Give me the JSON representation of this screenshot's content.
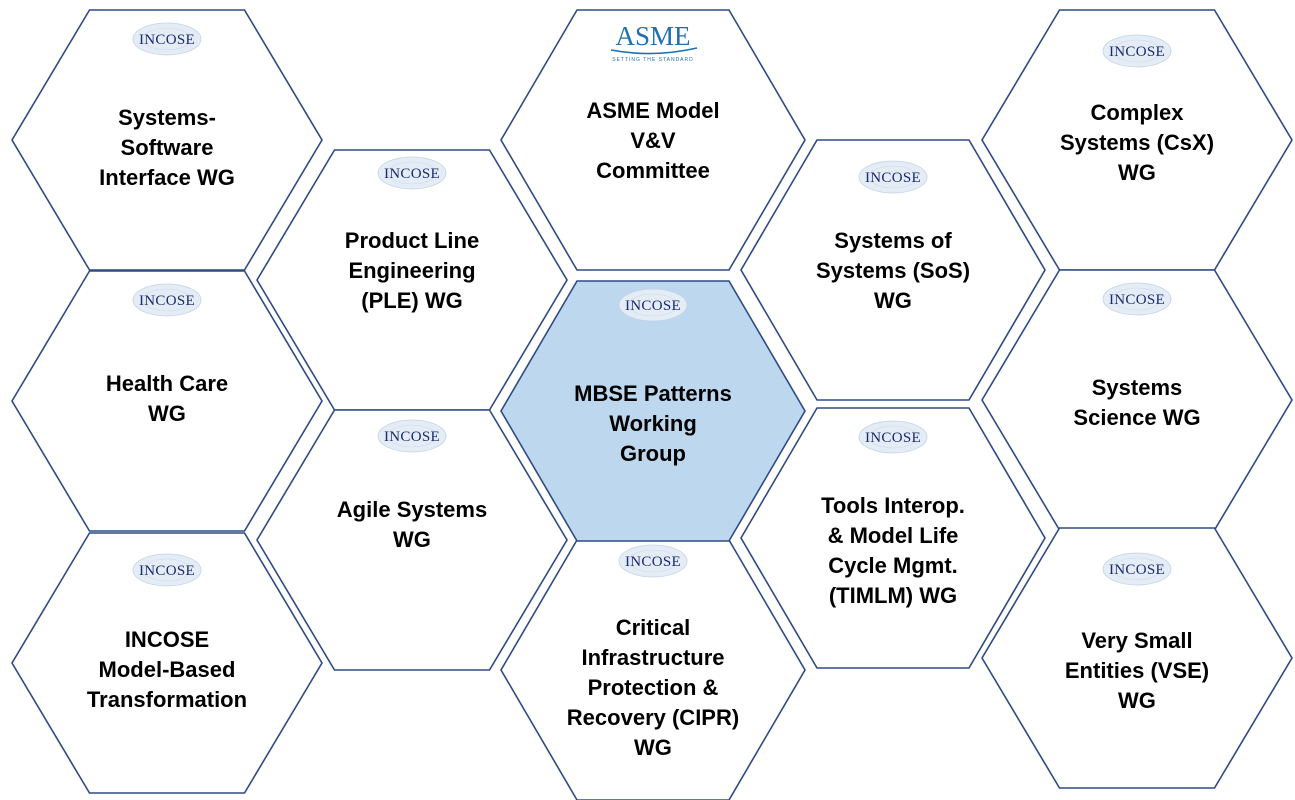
{
  "diagram": {
    "center": {
      "label_lines": [
        "MBSE Patterns",
        "Working",
        "Group"
      ],
      "logo": "incose-logo",
      "logo_text": "INCOSE",
      "fill": "#bdd7ee"
    },
    "hex_fill": "#ffffff",
    "hex_stroke": "#2e4a84",
    "groups": [
      {
        "id": "systems-software",
        "label_lines": [
          "Systems-",
          "Software",
          "Interface WG"
        ],
        "logo": "incose-logo",
        "logo_text": "INCOSE"
      },
      {
        "id": "health-care",
        "label_lines": [
          "Health Care",
          "WG"
        ],
        "logo": "incose-logo",
        "logo_text": "INCOSE"
      },
      {
        "id": "incose-mbt",
        "label_lines": [
          "INCOSE",
          "Model-Based",
          "Transformation"
        ],
        "logo": "incose-logo",
        "logo_text": "INCOSE"
      },
      {
        "id": "ple",
        "label_lines": [
          "Product  Line",
          "Engineering",
          "(PLE) WG"
        ],
        "logo": "incose-logo",
        "logo_text": "INCOSE"
      },
      {
        "id": "agile",
        "label_lines": [
          "Agile Systems",
          "WG"
        ],
        "logo": "incose-logo",
        "logo_text": "INCOSE"
      },
      {
        "id": "asme-vv",
        "label_lines": [
          "ASME Model",
          "V&V",
          "Committee"
        ],
        "logo": "asme-logo",
        "logo_text": "ASME",
        "logo_tagline": "SETTING THE STANDARD"
      },
      {
        "id": "cipr",
        "label_lines": [
          "Critical",
          "Infrastructure",
          "Protection &",
          "Recovery (CIPR)",
          "WG"
        ],
        "logo": "incose-logo",
        "logo_text": "INCOSE"
      },
      {
        "id": "sos",
        "label_lines": [
          "Systems of",
          "Systems  (SoS)",
          "WG"
        ],
        "logo": "incose-logo",
        "logo_text": "INCOSE"
      },
      {
        "id": "timlm",
        "label_lines": [
          "Tools Interop.",
          "& Model Life",
          "Cycle Mgmt.",
          "(TIMLM) WG"
        ],
        "logo": "incose-logo",
        "logo_text": "INCOSE"
      },
      {
        "id": "csx",
        "label_lines": [
          "Complex",
          "Systems (CsX)",
          "WG"
        ],
        "logo": "incose-logo",
        "logo_text": "INCOSE"
      },
      {
        "id": "systems-science",
        "label_lines": [
          "Systems",
          "Science WG"
        ],
        "logo": "incose-logo",
        "logo_text": "INCOSE"
      },
      {
        "id": "vse",
        "label_lines": [
          "Very Small",
          "Entities (VSE)",
          "WG"
        ],
        "logo": "incose-logo",
        "logo_text": "INCOSE"
      }
    ]
  }
}
